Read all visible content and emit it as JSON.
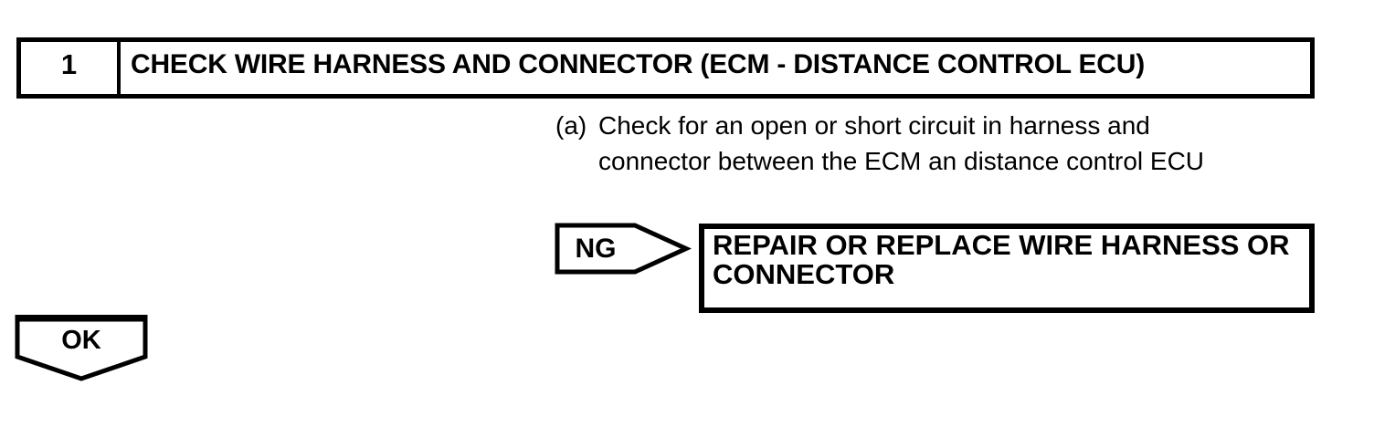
{
  "page": {
    "background_color": "#ffffff",
    "ink_color": "#000000"
  },
  "step_header": {
    "number": "1",
    "title": "CHECK WIRE HARNESS AND CONNECTOR (ECM - DISTANCE CONTROL ECU)"
  },
  "instruction": {
    "label": "(a)",
    "line1": "Check for an open or short circuit in harness and",
    "line2": "connector between the ECM an distance control ECU"
  },
  "ng_branch": {
    "label": "NG",
    "shape": "pentagon-arrow-right",
    "action_line1": "REPAIR OR REPLACE WIRE HARNESS OR",
    "action_line2": "CONNECTOR"
  },
  "ok_branch": {
    "label": "OK",
    "shape": "banner-arrow-down"
  }
}
